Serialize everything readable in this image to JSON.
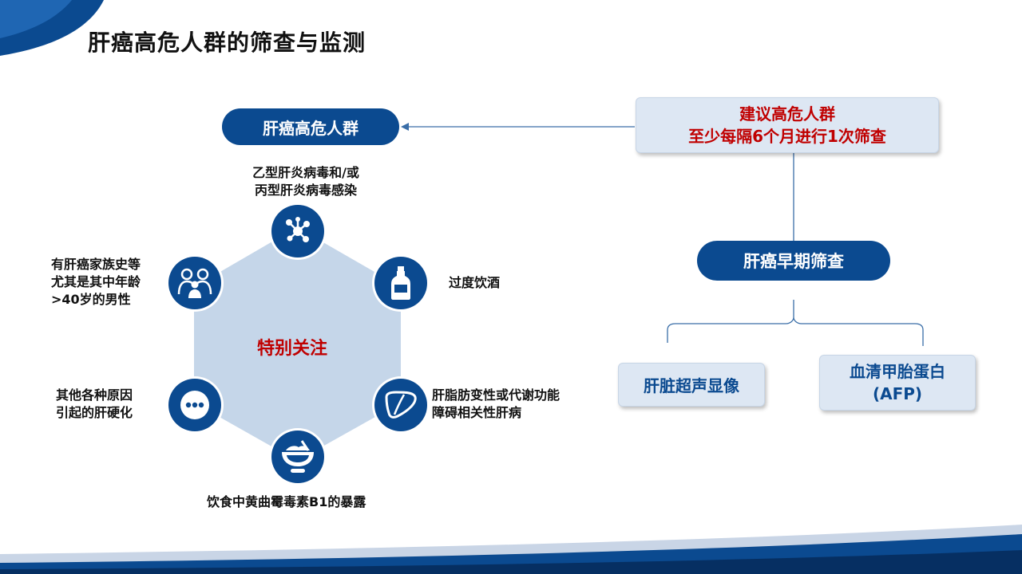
{
  "title": "肝癌高危人群的筛查与监测",
  "left": {
    "group_label": "肝癌高危人群",
    "center_label": "特别关注",
    "factors": {
      "hbv_hcv_line1": "乙型肝炎病毒和/或",
      "hbv_hcv_line2": "丙型肝炎病毒感染",
      "alcohol": "过度饮酒",
      "fatty_line1": "肝脂肪变性或代谢功能",
      "fatty_line2": "障碍相关性肝病",
      "aflatoxin": "饮食中黄曲霉毒素B1的暴露",
      "cirrhosis_line1": "其他各种原因",
      "cirrhosis_line2": "引起的肝硬化",
      "family_line1": "有肝癌家族史等",
      "family_line2": "尤其是其中年龄",
      "family_line3": ">40岁的男性"
    }
  },
  "right": {
    "recommend_line1": "建议高危人群",
    "recommend_line2": "至少每隔6个月进行1次筛查",
    "screening_label": "肝癌早期筛查",
    "method1": "肝脏超声显像",
    "method2_line1": "血清甲胎蛋白",
    "method2_line2": "(AFP)"
  },
  "colors": {
    "primary": "#0b4a90",
    "accent_red": "#c00000",
    "hex_fill": "#c5d6e9",
    "box_fill": "#dde7f3"
  }
}
